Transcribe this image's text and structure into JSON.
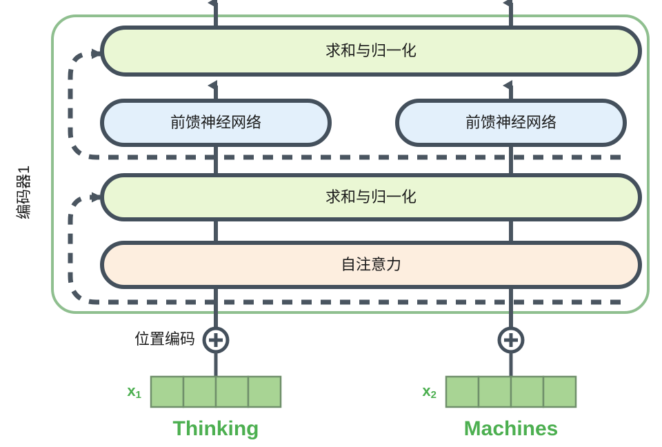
{
  "diagram": {
    "title_semantic": "transformer-encoder-block",
    "encoder_label": "编码器1",
    "positional_encoding_label": "位置编码",
    "plus_symbol": "+",
    "colors": {
      "encoder_border": "#8fbf8f",
      "add_norm_fill": "#eaf7d4",
      "feed_forward_fill": "#e3f0fb",
      "self_attention_fill": "#fdeedf",
      "box_stroke": "#44505c",
      "arrow": "#4a5560",
      "embedding_fill": "#a8d494",
      "embedding_stroke": "#6f8f6a",
      "word_text": "#4caf50",
      "label_text": "#1b1b1b"
    },
    "layers": [
      {
        "id": "add-norm-top",
        "label": "求和与归一化",
        "kind": "full-width",
        "fill_key": "add_norm_fill"
      },
      {
        "id": "feed-forward-left",
        "label": "前馈神经网络",
        "kind": "half-left",
        "fill_key": "feed_forward_fill"
      },
      {
        "id": "feed-forward-right",
        "label": "前馈神经网络",
        "kind": "half-right",
        "fill_key": "feed_forward_fill"
      },
      {
        "id": "add-norm-bottom",
        "label": "求和与归一化",
        "kind": "full-width",
        "fill_key": "add_norm_fill"
      },
      {
        "id": "self-attention",
        "label": "自注意力",
        "kind": "full-width",
        "fill_key": "self_attention_fill"
      }
    ],
    "tokens": [
      {
        "id": "token-1",
        "vector_label": "x",
        "vector_subscript": "1",
        "word": "Thinking",
        "cells": 4
      },
      {
        "id": "token-2",
        "vector_label": "x",
        "vector_subscript": "2",
        "word": "Machines",
        "cells": 4
      }
    ],
    "residual_connections": [
      {
        "id": "residual-lower",
        "from": "input-embeddings",
        "to": "add-norm-bottom"
      },
      {
        "id": "residual-upper",
        "from": "add-norm-bottom",
        "to": "add-norm-top"
      }
    ]
  }
}
